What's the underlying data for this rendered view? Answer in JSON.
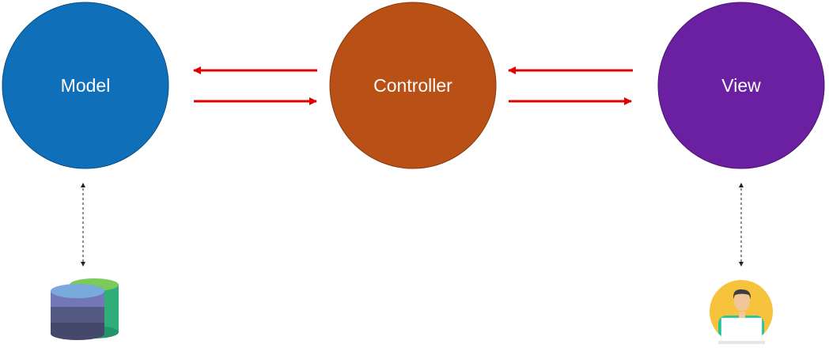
{
  "nodes": {
    "model": {
      "label": "Model",
      "color": "#0f6fb8"
    },
    "controller": {
      "label": "Controller",
      "color": "#b95016"
    },
    "view": {
      "label": "View",
      "color": "#6a20a0"
    }
  },
  "arrow_color": "#e00000",
  "icons": {
    "model_storage": "database-icon",
    "view_user": "user-at-laptop-icon"
  }
}
